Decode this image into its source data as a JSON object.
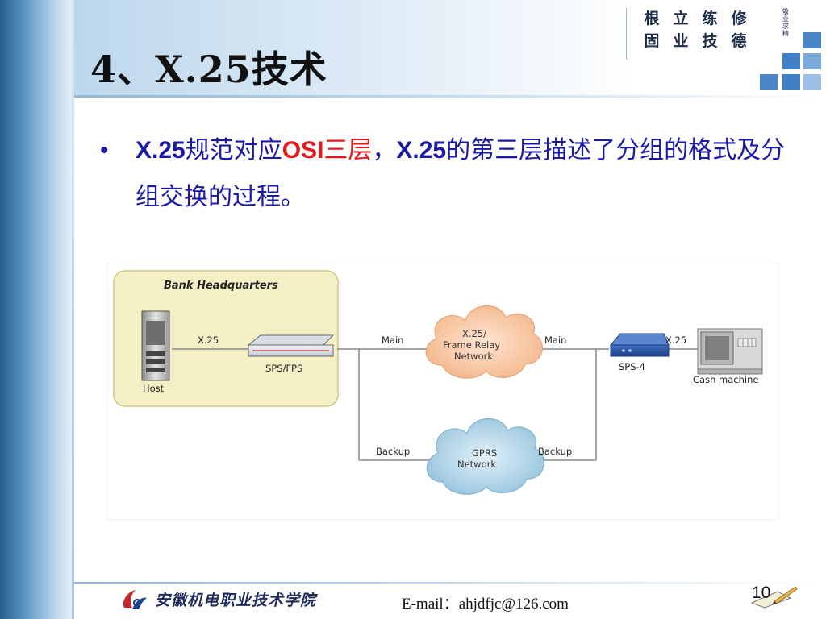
{
  "slide": {
    "title": "4、X.25技术",
    "motto": [
      "根",
      "立",
      "练",
      "修",
      "固",
      "业",
      "技",
      "德"
    ],
    "motto_small": "敬业求精",
    "bullet": {
      "dot": "•",
      "parts": [
        {
          "text": "X.25",
          "style": "bold"
        },
        {
          "text": "规范对应",
          "style": "normal"
        },
        {
          "text": "OSI",
          "style": "highlight-bold"
        },
        {
          "text": "三层",
          "style": "highlight"
        },
        {
          "text": "，",
          "style": "normal"
        },
        {
          "text": "X.25",
          "style": "bold"
        },
        {
          "text": "的第三层描述了分组的格式及分组交换的过程。",
          "style": "normal"
        }
      ]
    },
    "footer": {
      "school": "安徽机电职业技术学院",
      "email": "E-mail：ahjdfjc@126.com",
      "page": "10"
    }
  },
  "diagram": {
    "group_label": "Bank Headquarters",
    "host_label": "Host",
    "sps_fps_label": "SPS/FPS",
    "sps4_label": "SPS-4",
    "cash_label": "Cash machine",
    "x25_left": "X.25",
    "x25_right": "X.25",
    "main_left": "Main",
    "main_right": "Main",
    "backup_left": "Backup",
    "backup_right": "Backup",
    "cloud_top": [
      "X.25/",
      "Frame Relay",
      "Network"
    ],
    "cloud_bottom": [
      "GPRS",
      "Network"
    ]
  },
  "colors": {
    "text_blue": "#1a1aa6",
    "highlight_red": "#e8171b",
    "group_fill": "#f4efc4",
    "cloud_top": "#f7c49c",
    "cloud_bottom": "#a9cfe4"
  }
}
